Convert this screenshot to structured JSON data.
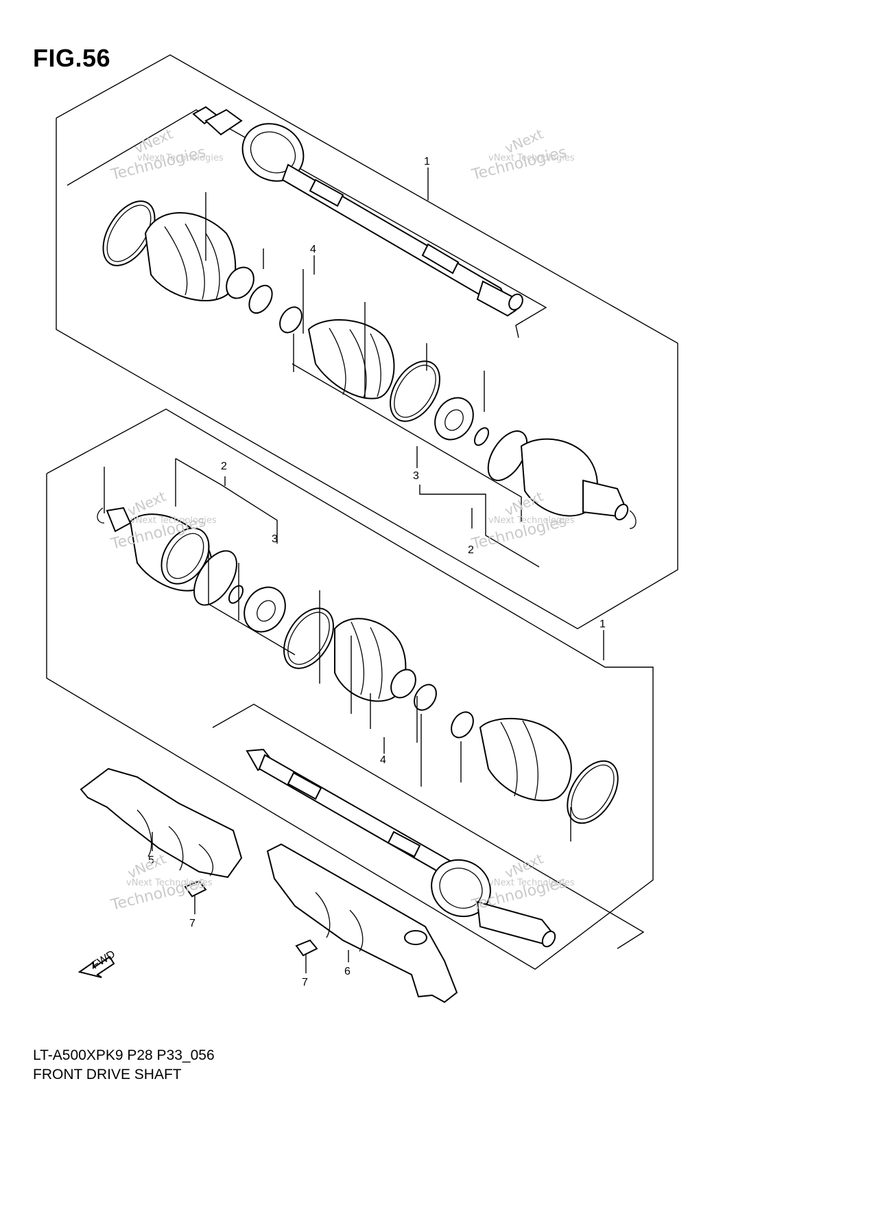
{
  "figure": {
    "title": "FIG.56",
    "model_code": "LT-A500XPK9 P28 P33_056",
    "name": "FRONT DRIVE SHAFT",
    "direction_label": "FWD"
  },
  "watermark": {
    "line1": "vNext Technologies",
    "line2": "vNext",
    "line3": "Technologies"
  },
  "callouts": {
    "upper_shaft": "1",
    "upper_boot_kit": "4",
    "upper_joint_kit": "3",
    "upper_joint_ring": "2",
    "lower_ring": "2",
    "lower_joint_kit": "3",
    "lower_shaft": "1",
    "lower_boot_kit": "4",
    "guard_left": "5",
    "guard_right": "6",
    "bolt_left": "7",
    "bolt_right": "7"
  },
  "icons": {
    "fwd_arrow": "arrow-left-down-icon"
  }
}
